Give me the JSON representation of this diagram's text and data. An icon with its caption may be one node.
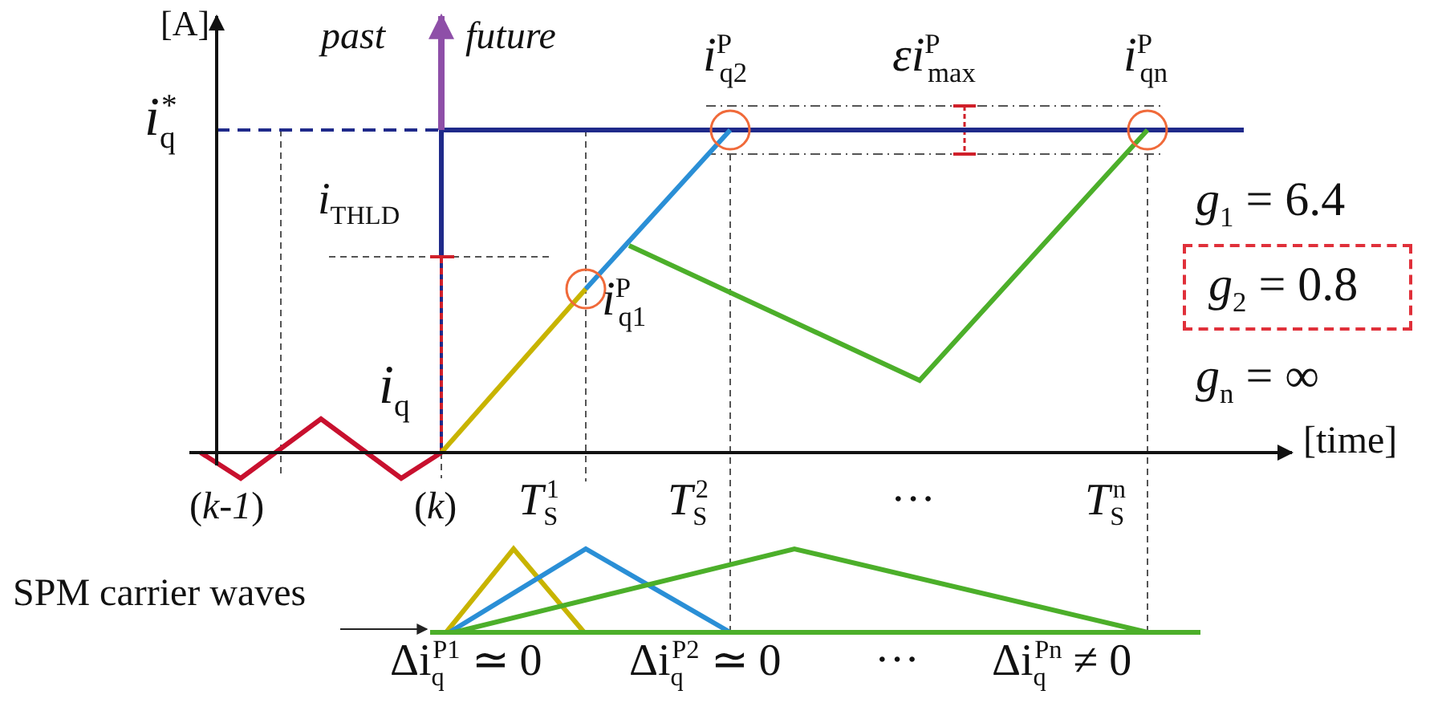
{
  "diagram": {
    "nodes": [
      {
        "text": [
          "*g*$_{2}$ = 0.8"
        ]
      },
      {
        "text": [
          "SPM carrier waves"
        ]
      },
      {
        "text": [],
        "shape": "picture"
      }
    ],
    "edges": [
      {
        "from": 1,
        "to": 2,
        "arrow": "to"
      }
    ],
    "labels": [
      "[A]",
      "*i*$_{q}$$^{*}$",
      "past",
      "future",
      "*i*$^{P}$$_{q2}$",
      "*εi*$^{P}$$_{max}$",
      "*i*$^{P}$$_{qn}$",
      "*i*$_{THLD}$",
      "*g*$_{1}$ = 6.4",
      "*i*$^{P}$$_{q1}$",
      "*g*$_{n}$ = ∞",
      "*i*$_{q}$",
      "[time]",
      "(*k-1*)",
      "(*k*)",
      "*T*$_{S}$$^{1}$",
      "*T*$_{S}$$^{2}$",
      "···",
      "*T*$_{S}$$^{n}$",
      "Δi$_{q}$$^{P1}$ ≃ 0",
      "Δi$_{q}$$^{P2}$ ≃ 0",
      "···",
      "Δi$_{q}$$^{Pn}$ ≠ 0"
    ]
  }
}
